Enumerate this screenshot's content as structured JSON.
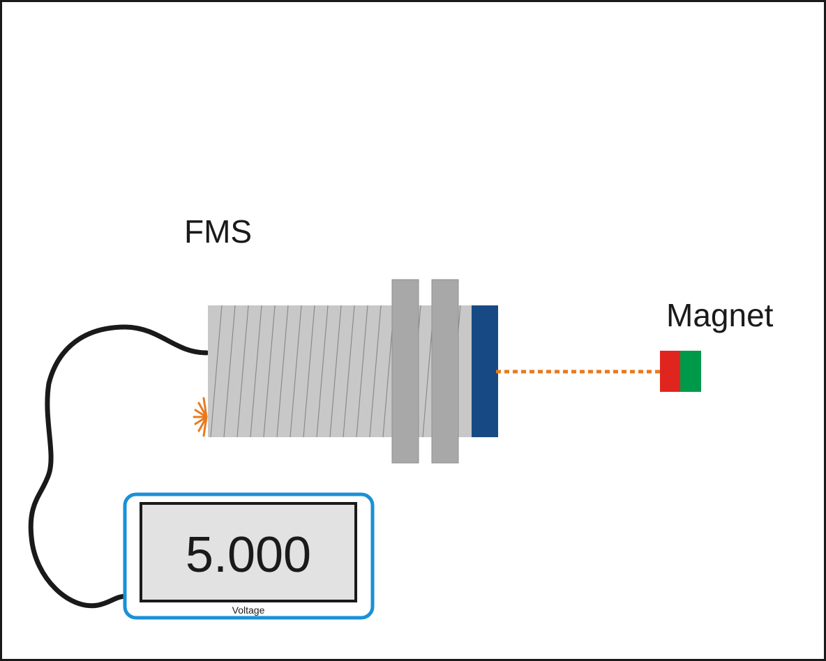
{
  "labels": {
    "sensor": "FMS",
    "magnet": "Magnet"
  },
  "display": {
    "reading": "5.000",
    "caption": "Voltage"
  },
  "colors": {
    "sensor_body": "#c8c8c8",
    "sensor_thread_line": "#8a8a8a",
    "nut": "#a8a8a8",
    "sensor_face": "#174a84",
    "magnet_pole_a": "#e0251f",
    "magnet_pole_b": "#00994a",
    "field_line": "#e87a1e",
    "cable": "#1a1a1a",
    "meter_outline": "#1a90d8",
    "meter_screen": "#e2e2e2",
    "meter_bezel": "#1a1a1a"
  },
  "icons": {
    "led": "led-indicator-icon"
  }
}
